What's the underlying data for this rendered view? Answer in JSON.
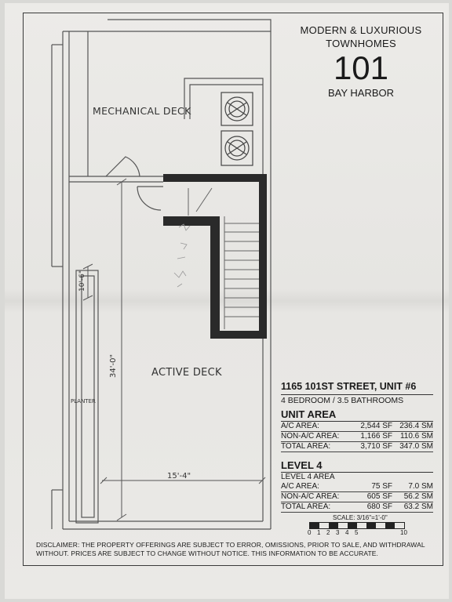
{
  "header": {
    "line1": "MODERN & LUXURIOUS",
    "line2": "TOWNHOMES",
    "number": "101",
    "line3": "BAY HARBOR"
  },
  "plan": {
    "mechanical_deck": "MECHANICAL DECK",
    "active_deck": "ACTIVE DECK",
    "planter": "PLANTER",
    "dim_top": "10'-6\"",
    "dim_mid": "34'-0\"",
    "dim_bottom": "15'-4\""
  },
  "info": {
    "address": "1165 101ST STREET, UNIT #6",
    "beds_baths": "4 BEDROOM / 3.5 BATHROOMS",
    "unit_area_title": "UNIT AREA",
    "unit_rows": [
      {
        "label": "A/C AREA:",
        "sf": "2,544 SF",
        "sm": "236.4 SM"
      },
      {
        "label": "NON-A/C AREA:",
        "sf": "1,166 SF",
        "sm": "110.6 SM"
      },
      {
        "label": "TOTAL AREA:",
        "sf": "3,710 SF",
        "sm": "347.0 SM"
      }
    ],
    "level_title": "LEVEL 4",
    "level_sub": "LEVEL 4 AREA",
    "level_rows": [
      {
        "label": "A/C AREA:",
        "sf": "75 SF",
        "sm": "7.0 SM"
      },
      {
        "label": "NON-A/C AREA:",
        "sf": "605 SF",
        "sm": "56.2 SM"
      },
      {
        "label": "TOTAL AREA:",
        "sf": "680 SF",
        "sm": "63.2 SM"
      }
    ]
  },
  "scale": {
    "label": "SCALE: 3/16\"=1'-0\"",
    "ticks": [
      "0",
      "1",
      "2",
      "3",
      "4",
      "5",
      "10"
    ]
  },
  "disclaimer": "DISCLAIMER: THE PROPERTY OFFERINGS ARE SUBJECT TO ERROR, OMISSIONS, PRIOR TO SALE, AND WITHDRAWAL WITHOUT. PRICES ARE SUBJECT TO CHANGE WITHOUT NOTICE. THIS INFORMATION TO BE ACCURATE."
}
